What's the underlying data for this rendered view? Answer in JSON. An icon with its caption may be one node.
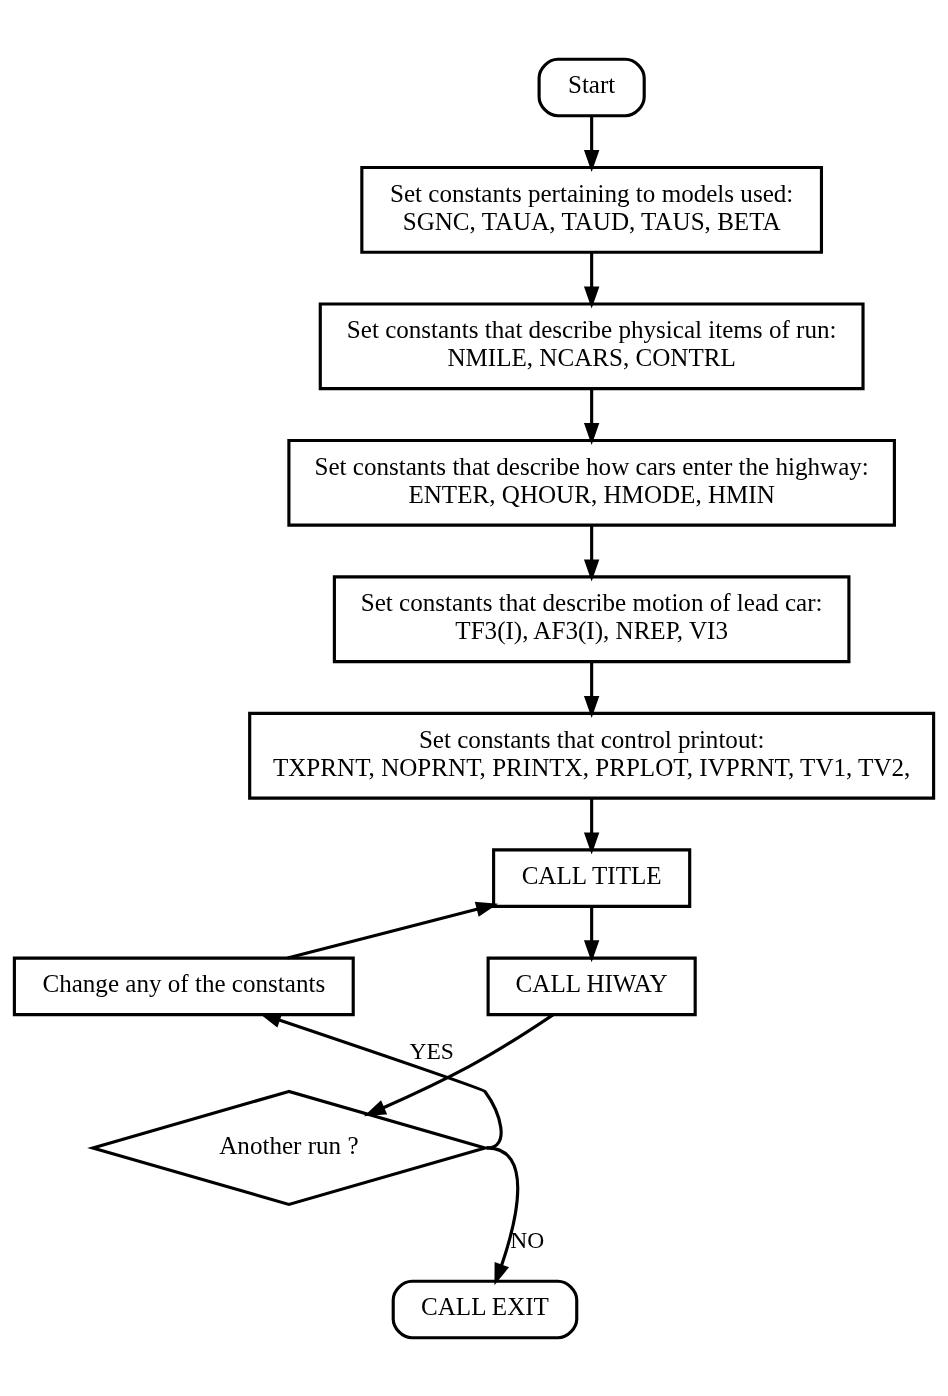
{
  "diagram": {
    "nodes": [
      {
        "text": [
          "Start"
        ]
      },
      {
        "text": [
          "Set constants pertaining to models used:",
          "SGNC, TAUA, TAUD, TAUS, BETA"
        ]
      },
      {
        "text": [
          "Set constants that describe physical items of run:",
          "NMILE, NCARS, CONTRL"
        ]
      },
      {
        "text": [
          "Set constants that describe how cars enter the highway:",
          "ENTER, QHOUR, HMODE, HMIN"
        ]
      },
      {
        "text": [
          "Set constants that describe motion of lead car:",
          "TF3(I), AF3(I), NREP, VI3"
        ]
      },
      {
        "text": [
          "Set constants that control printout:",
          "TXPRNT, NOPRNT, PRINTX, PRPLOT, IVPRNT, TV1, TV2,"
        ]
      },
      {
        "text": [
          "CALL TITLE"
        ]
      },
      {
        "text": [
          "CALL HIWAY"
        ]
      },
      {
        "text": [
          "Another run ?"
        ]
      },
      {
        "text": [
          "Change any of the constants"
        ]
      },
      {
        "text": [
          "CALL EXIT"
        ]
      }
    ],
    "edges": [
      {
        "from": 0,
        "to": 1,
        "arrow": "to"
      },
      {
        "from": 1,
        "to": 2,
        "arrow": "to"
      },
      {
        "from": 2,
        "to": 3,
        "arrow": "to"
      },
      {
        "from": 3,
        "to": 4,
        "arrow": "to"
      },
      {
        "from": 4,
        "to": 5,
        "arrow": "to"
      },
      {
        "from": 5,
        "to": 6,
        "arrow": "to"
      },
      {
        "from": 6,
        "to": 7,
        "arrow": "to"
      },
      {
        "from": 7,
        "to": 8,
        "arrow": "to"
      },
      {
        "from": 8,
        "to": 9,
        "label": "YES",
        "arrow": "to"
      },
      {
        "from": 9,
        "to": 6,
        "arrow": "to"
      },
      {
        "from": 8,
        "to": 10,
        "label": "NO",
        "arrow": "to"
      }
    ]
  }
}
